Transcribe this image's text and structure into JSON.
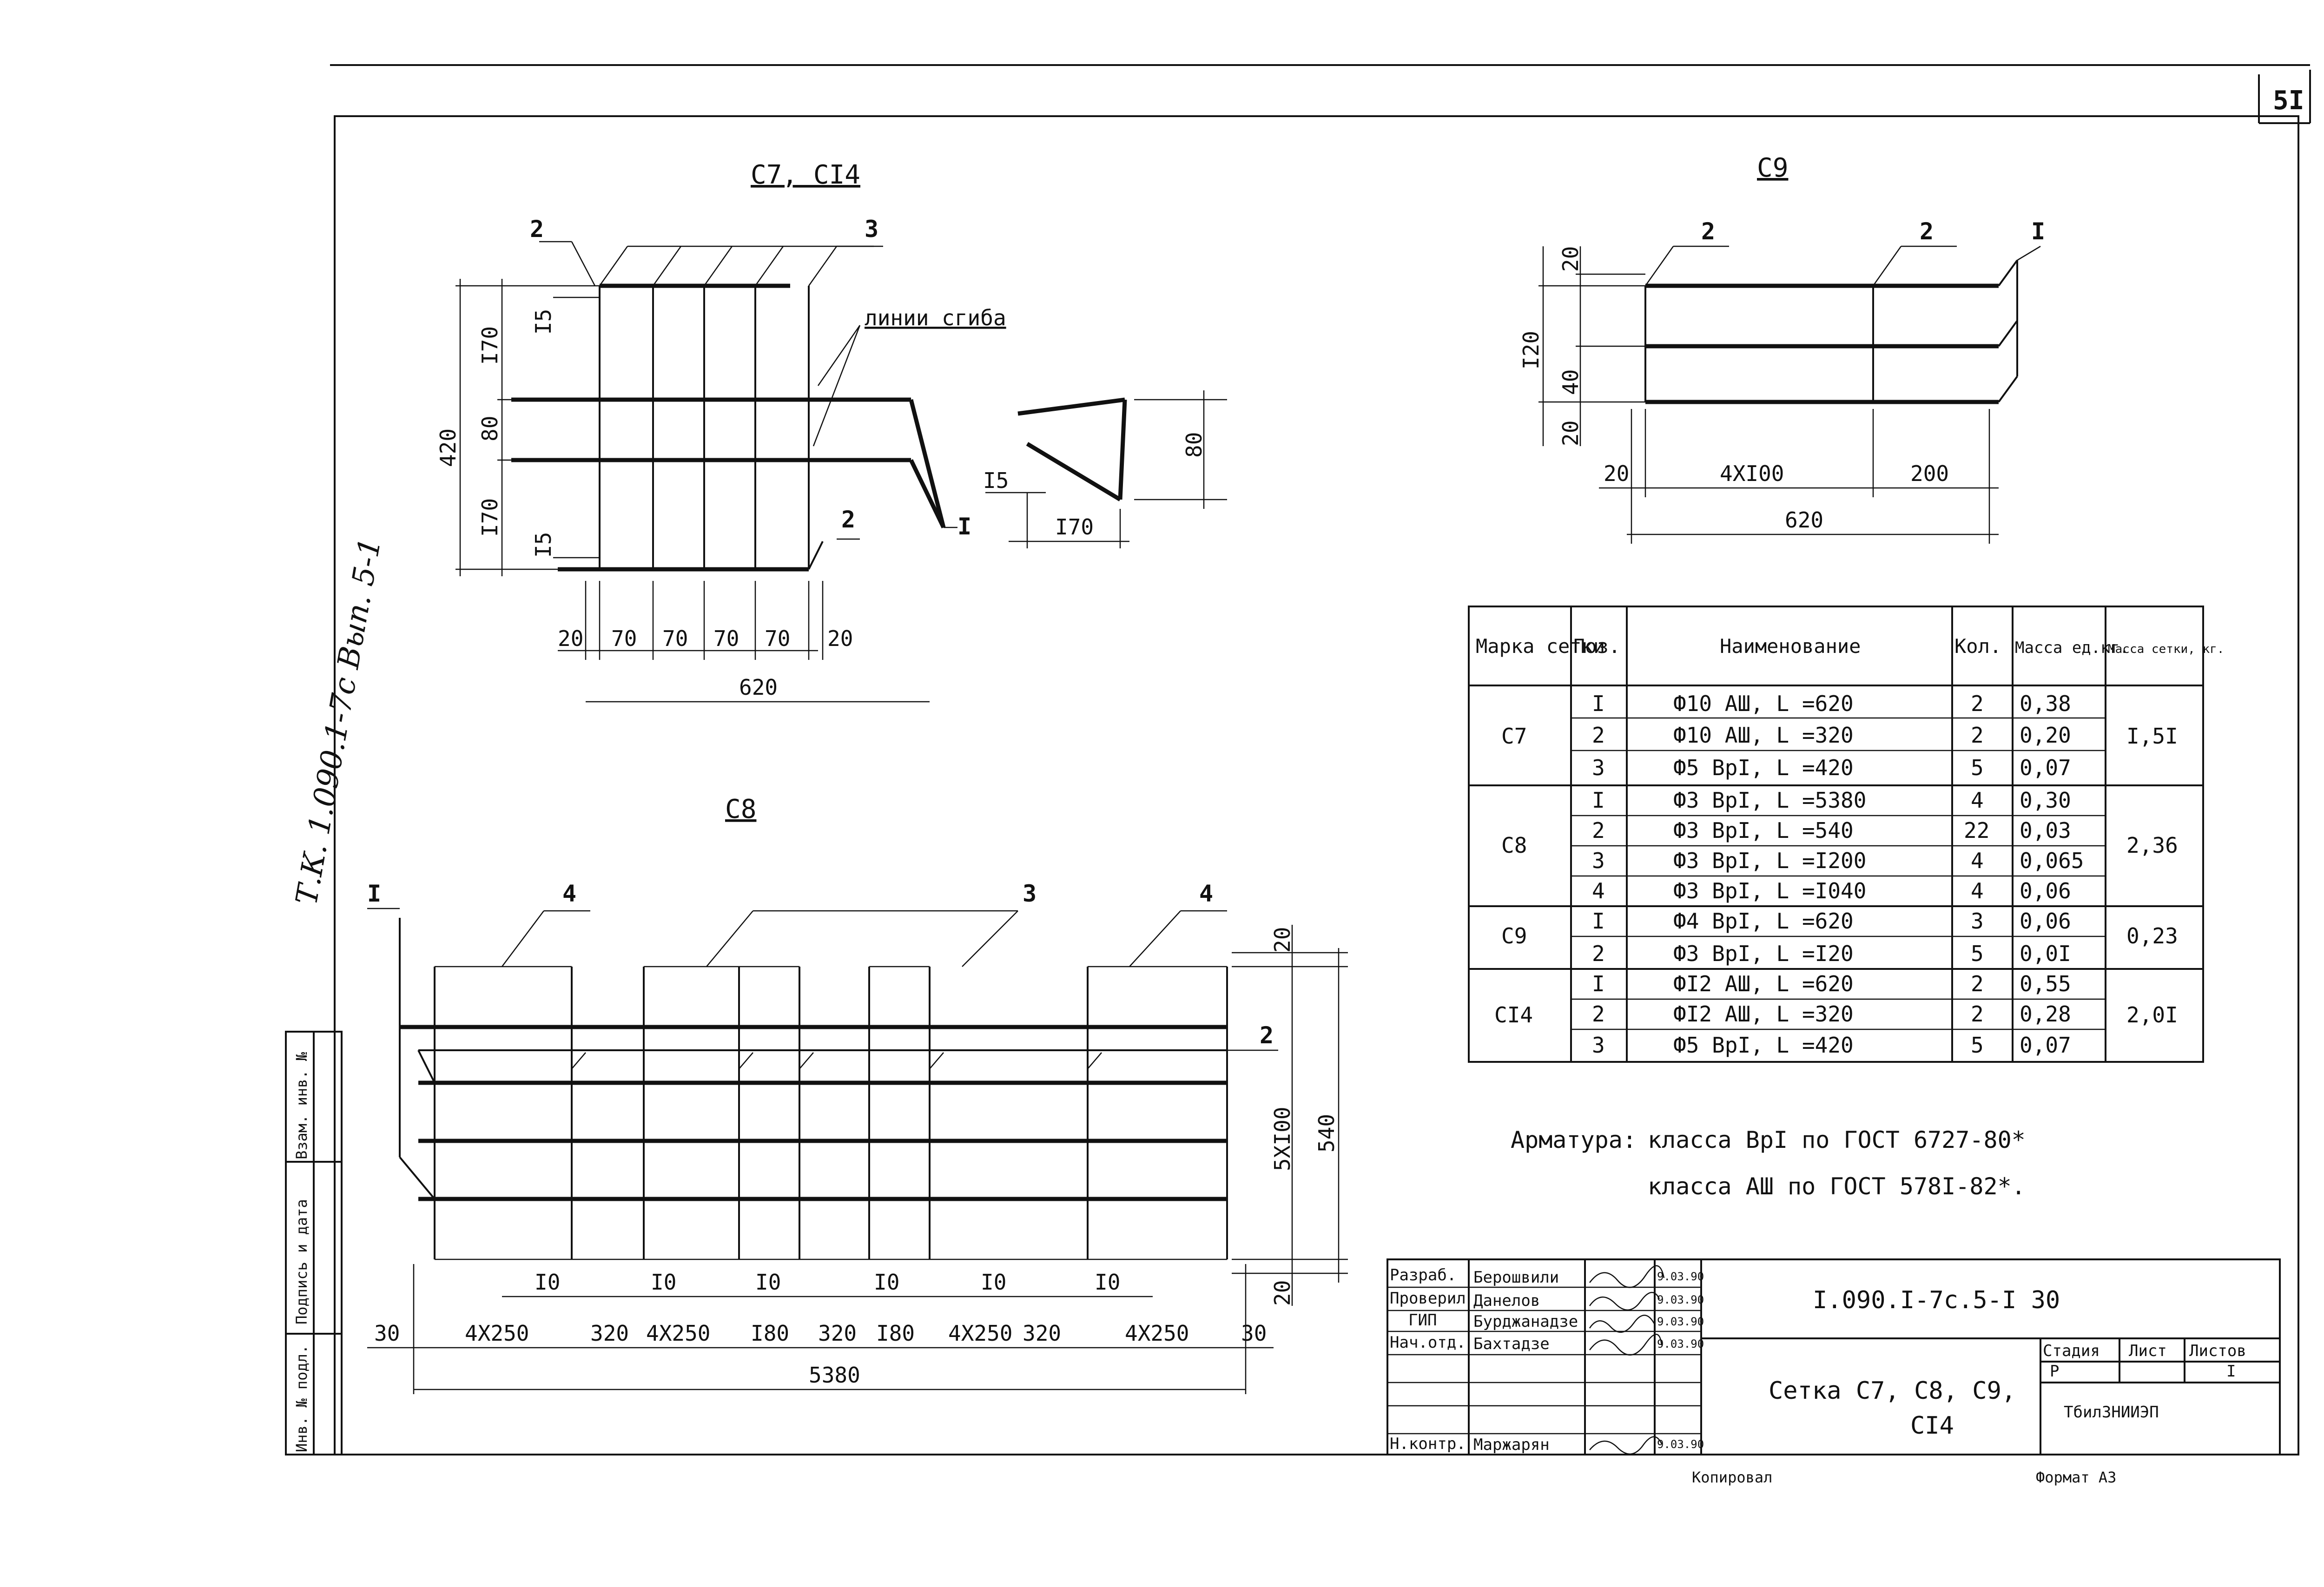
{
  "sheet": {
    "page_number": "5I",
    "margin_note": "Т.К. 1.090.1-7с  Вып. 5-1",
    "side_labels": [
      "Взам. инв. №",
      "Подпись и дата",
      "Инв. № подл."
    ],
    "footer_left": "Копировал",
    "footer_right": "Формат А3"
  },
  "c7": {
    "title": "С7, СI4",
    "pos_2a": "2",
    "pos_3": "3",
    "pos_2b": "2",
    "pos_1": "I",
    "bend_note": "линии сгиба",
    "dim_total_h": "420",
    "dim_170a": "I70",
    "dim_80": "80",
    "dim_170b": "I70",
    "dim_15a": "I5",
    "dim_15b": "I5",
    "dims_bottom": [
      "20",
      "70",
      "70",
      "70",
      "70",
      "20"
    ],
    "dim_total_w": "620"
  },
  "profile": {
    "dim_80": "80",
    "dim_15": "I5",
    "dim_170": "I70"
  },
  "c9": {
    "title": "С9",
    "pos_2a": "2",
    "pos_2b": "2",
    "pos_1": "I",
    "dim_20a": "20",
    "dim_120": "I20",
    "dim_40": "40",
    "dim_20b": "20",
    "dims_bottom": [
      "20",
      "4XI00",
      "200"
    ],
    "dim_total_w": "620"
  },
  "c8": {
    "title": "С8",
    "pos_1": "I",
    "pos_4a": "4",
    "pos_3": "3",
    "pos_4b": "4",
    "pos_2": "2",
    "dim_20a": "20",
    "dim_5x100": "5XI00",
    "dim_540": "540",
    "dim_20b": "20",
    "dims_10": [
      "I0",
      "I0",
      "I0",
      "I0",
      "I0",
      "I0"
    ],
    "dims_bottom": [
      "30",
      "4X250",
      "320",
      "4X250",
      "I80",
      "320",
      "I80",
      "4X250",
      "320",
      "4X250",
      "30"
    ],
    "dim_total_w": "5380"
  },
  "spec_table": {
    "headers": [
      "Марка сетки",
      "Поз.",
      "Наименование",
      "Кол.",
      "Масса ед.кг.",
      "Масса сетки, кг."
    ],
    "groups": [
      {
        "mark": "С7",
        "mass": "I,5I",
        "rows": [
          {
            "pos": "I",
            "name": "Ф10 АШ, L =620",
            "qty": "2",
            "unit": "0,38"
          },
          {
            "pos": "2",
            "name": "Ф10 АШ, L =320",
            "qty": "2",
            "unit": "0,20"
          },
          {
            "pos": "3",
            "name": "Ф5 ВрI, L =420",
            "qty": "5",
            "unit": "0,07"
          }
        ]
      },
      {
        "mark": "С8",
        "mass": "2,36",
        "rows": [
          {
            "pos": "I",
            "name": "Ф3 ВрI, L =5380",
            "qty": "4",
            "unit": "0,30"
          },
          {
            "pos": "2",
            "name": "Ф3 ВрI, L =540",
            "qty": "22",
            "unit": "0,03"
          },
          {
            "pos": "3",
            "name": "Ф3 ВрI, L =I200",
            "qty": "4",
            "unit": "0,065"
          },
          {
            "pos": "4",
            "name": "Ф3 ВрI, L =I040",
            "qty": "4",
            "unit": "0,06"
          }
        ]
      },
      {
        "mark": "С9",
        "mass": "0,23",
        "rows": [
          {
            "pos": "I",
            "name": "Ф4 ВрI, L =620",
            "qty": "3",
            "unit": "0,06"
          },
          {
            "pos": "2",
            "name": "Ф3 ВрI, L =I20",
            "qty": "5",
            "unit": "0,0I"
          }
        ]
      },
      {
        "mark": "СI4",
        "mass": "2,0I",
        "rows": [
          {
            "pos": "I",
            "name": "ФI2 АШ, L =620",
            "qty": "2",
            "unit": "0,55"
          },
          {
            "pos": "2",
            "name": "ФI2 АШ, L =320",
            "qty": "2",
            "unit": "0,28"
          },
          {
            "pos": "3",
            "name": "Ф5 ВрI, L =420",
            "qty": "5",
            "unit": "0,07"
          }
        ]
      }
    ]
  },
  "notes": {
    "label": "Арматура:",
    "line1": "класса ВрI по ГОСТ 6727-80*",
    "line2": "класса АШ  по ГОСТ 578I-82*."
  },
  "title_block": {
    "rows": [
      {
        "role": "Разраб.",
        "name": "Берошвили",
        "date": "9.03.90"
      },
      {
        "role": "Проверил",
        "name": "Данелов",
        "date": "9.03.90"
      },
      {
        "role": "ГИП",
        "name": "Бурджанадзе",
        "date": "9.03.90"
      },
      {
        "role": "Нач.отд.",
        "name": "Бахтадзе",
        "date": "9.03.90"
      },
      {
        "role": "",
        "name": "",
        "date": ""
      },
      {
        "role": "",
        "name": "",
        "date": ""
      },
      {
        "role": "Н.контр.",
        "name": "Маржарян",
        "date": "9.03.90"
      }
    ],
    "code": "I.090.I-7с.5-I 30",
    "sheet_title_1": "Сетка  С7, С8, С9,",
    "sheet_title_2": "СI4",
    "stage_label": "Стадия",
    "sheet_label": "Лист",
    "sheets_label": "Листов",
    "stage_value": "Р",
    "sheets_value": "I",
    "org": "ТбилЗНИИЭП"
  }
}
